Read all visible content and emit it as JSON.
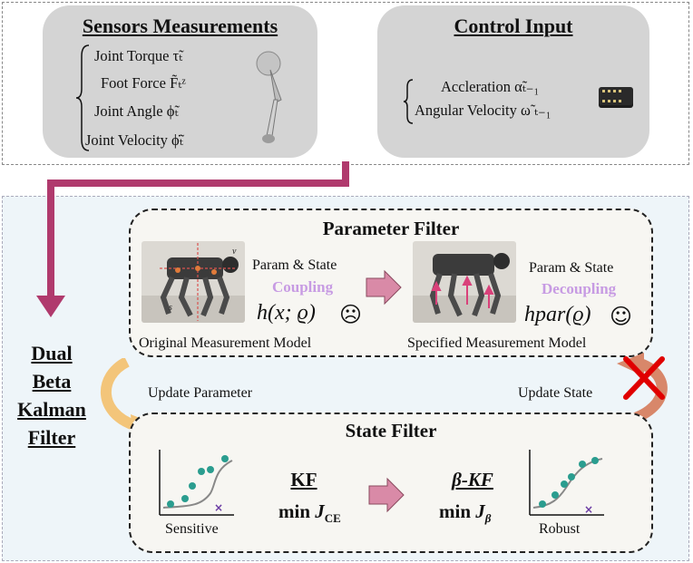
{
  "sensors": {
    "title": "Sensors Measurements",
    "items": [
      "Joint Torque τ̃ₜ",
      "Foot Force F̃ₜᶻ",
      "Joint Angle ϕ̃ₜ",
      "Joint Velocity ϕ̃̇ₜ"
    ]
  },
  "control": {
    "title": "Control Input",
    "items": [
      "Accleration α̃ₜ₋₁",
      "Angular Velocity ω̃ ₜ₋₁"
    ]
  },
  "dual_label": [
    "Dual",
    "Beta",
    "Kalman",
    "Filter"
  ],
  "parameter_filter": {
    "title": "Parameter Filter",
    "left": {
      "param_state": "Param & State",
      "coupling": "Coupling",
      "formula": "h(x; ϱ)",
      "caption": "Original Measurement Model",
      "photo_letters": [
        "v",
        "s"
      ]
    },
    "right": {
      "param_state": "Param & State",
      "coupling": "Decoupling",
      "formula": "hpar(ϱ)",
      "caption": "Specified Measurement Model"
    }
  },
  "update_parameter": "Update Parameter",
  "update_state": "Update State",
  "state_filter": {
    "title": "State Filter",
    "left_plot_caption": "Sensitive",
    "right_plot_caption": "Robust",
    "kf_label": "KF",
    "kf_min": "min J_CE",
    "beta_label": "β-KF",
    "beta_min": "min J_β"
  },
  "colors": {
    "magenta_arrow": "#b03a6d",
    "teal_point": "#2a9d8f",
    "outlier": "#6a3ba3",
    "pink_arrow": "#d98aa7",
    "orange_curve": "#f3c57a",
    "brown_curve": "#d8876a",
    "red_x": "#e00000",
    "coupling_text": "#c79be3"
  }
}
